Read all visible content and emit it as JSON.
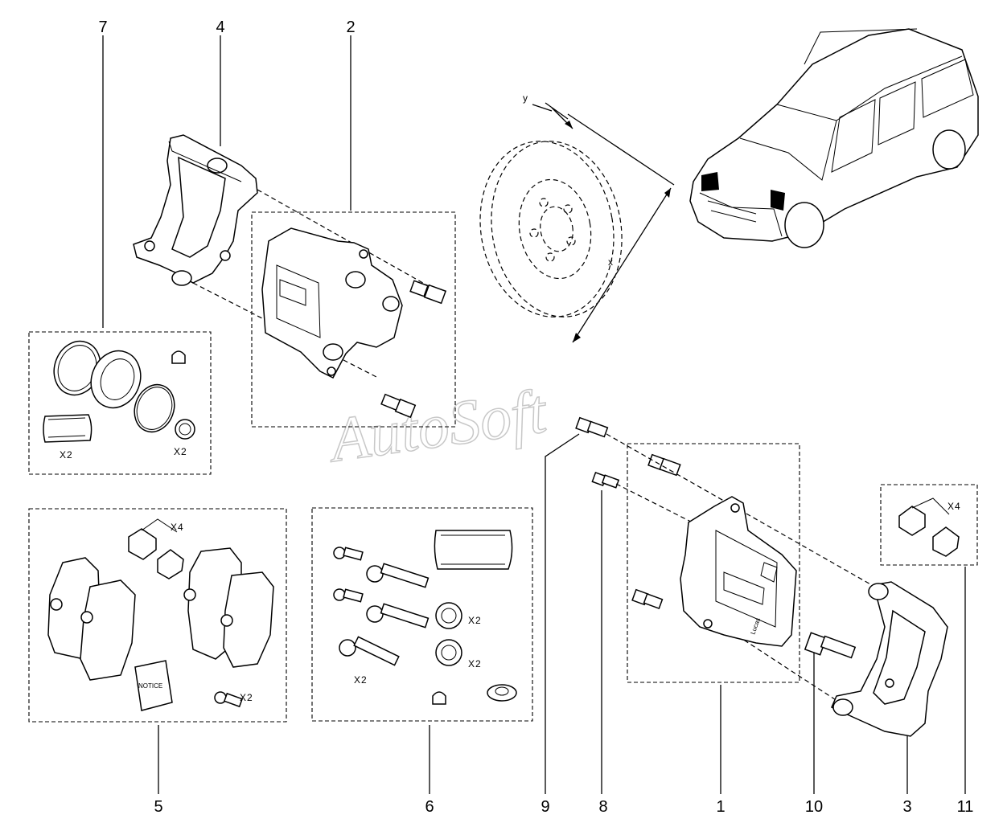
{
  "callouts": {
    "c1": "1",
    "c2": "2",
    "c3": "3",
    "c4": "4",
    "c5": "5",
    "c6": "6",
    "c7": "7",
    "c8": "8",
    "c9": "9",
    "c10": "10",
    "c11": "11"
  },
  "quantities": {
    "seal_kit_pad": "X2",
    "seal_kit_boot": "X2",
    "pad_clips": "X4",
    "pad_screws": "X2",
    "guide_boot_1": "X2",
    "guide_boot_2": "X2",
    "guide_pins": "X2",
    "spring_clips": "X4"
  },
  "axis_labels": {
    "y": "y",
    "x": "x"
  },
  "labels": {
    "notice": "NOTICE",
    "caliper_brand": "Lucas"
  },
  "watermark": "AutoSoft"
}
